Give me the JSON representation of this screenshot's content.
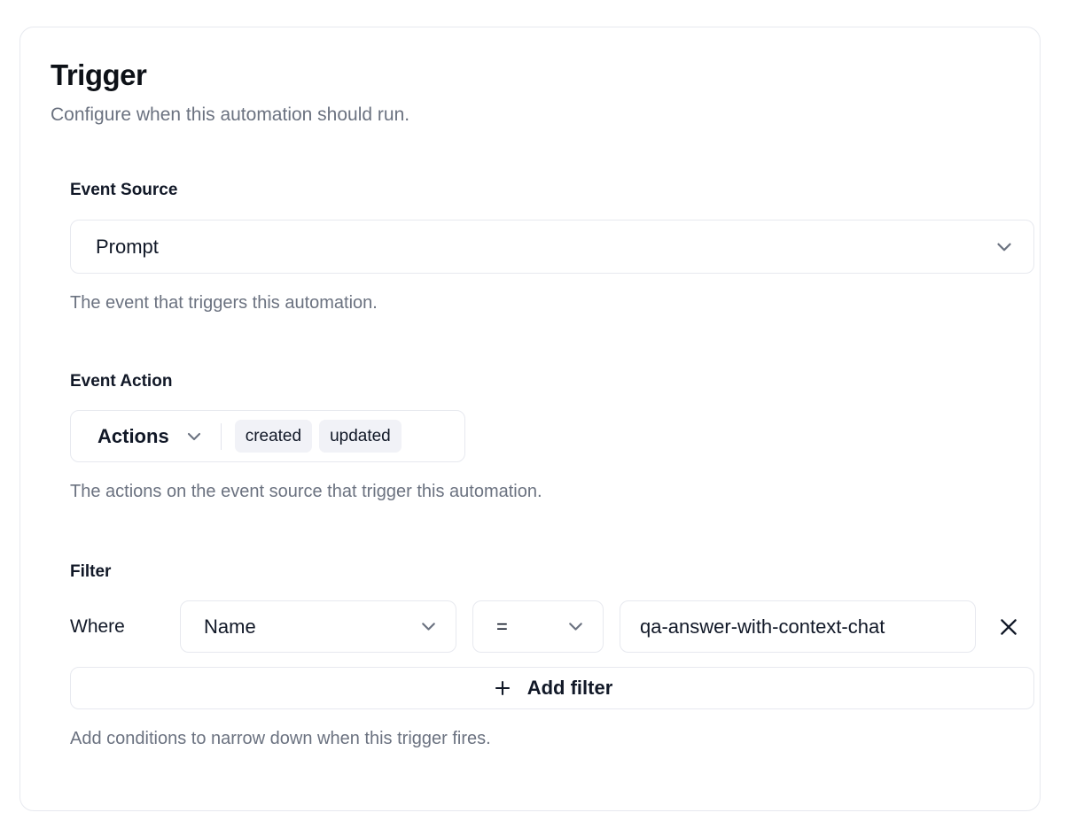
{
  "card": {
    "title": "Trigger",
    "subtitle": "Configure when this automation should run."
  },
  "event_source": {
    "label": "Event Source",
    "selected": "Prompt",
    "help": "The event that triggers this automation.",
    "chevron_icon": "chevron-down-icon"
  },
  "event_action": {
    "label": "Event Action",
    "trigger_label": "Actions",
    "chips": [
      "created",
      "updated"
    ],
    "help": "The actions on the event source that trigger this automation.",
    "chevron_icon": "chevron-down-icon"
  },
  "filter": {
    "label": "Filter",
    "where_label": "Where",
    "attribute": "Name",
    "operator": "=",
    "value": "qa-answer-with-context-chat",
    "value_placeholder": "Value",
    "remove_icon": "close-icon",
    "add_filter_label": "Add filter",
    "add_filter_icon": "plus-icon",
    "help": "Add conditions to narrow down when this trigger fires."
  },
  "colors": {
    "border": "#e7e9ef",
    "chip_bg": "#f1f2f7",
    "text": "#111827",
    "muted": "#6b7280",
    "icon": "#6b7280"
  }
}
